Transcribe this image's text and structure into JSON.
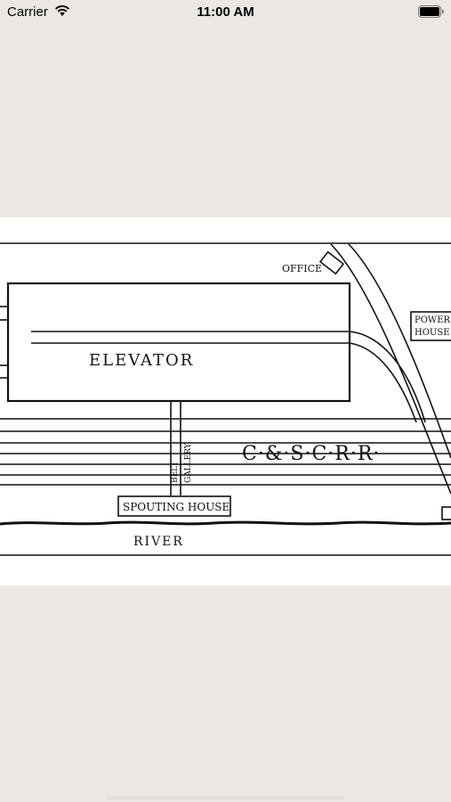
{
  "status_bar": {
    "carrier": "Carrier",
    "time": "11:00 AM",
    "wifi_icon": "wifi-icon",
    "battery_icon": "battery-full-icon"
  },
  "diagram": {
    "labels": {
      "office": "OFFICE",
      "power_house_line1": "POWER",
      "power_house_line2": "HOUSE",
      "elevator": "ELEVATOR",
      "railroad": "C·&·S·C·R·R·",
      "belt": "BELT",
      "gallery": "GALLERY",
      "spouting_house": "SPOUTING HOUSE",
      "river": "RIVER"
    }
  }
}
